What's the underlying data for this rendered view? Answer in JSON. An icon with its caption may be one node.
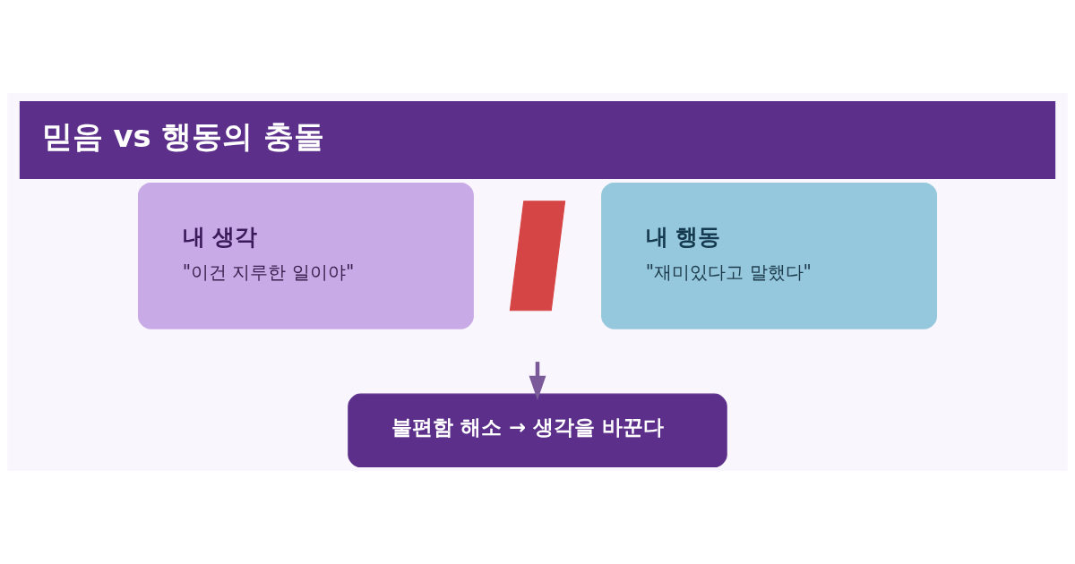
{
  "diagram": {
    "title": "믿음 vs 행동의 충돌",
    "nodes": [
      {
        "text": [
          "내 생각",
          "\"이건 지루한 일이야\""
        ]
      },
      {
        "text": [],
        "shape": "lightning"
      },
      {
        "text": [
          "내 행동",
          "\"재미있다고 말했다\""
        ]
      },
      {
        "text": [
          "불편함 해소 → 생각을 바꾼다"
        ]
      }
    ],
    "edges": [
      {
        "from": null,
        "to": 3,
        "arrow": "to"
      }
    ]
  }
}
